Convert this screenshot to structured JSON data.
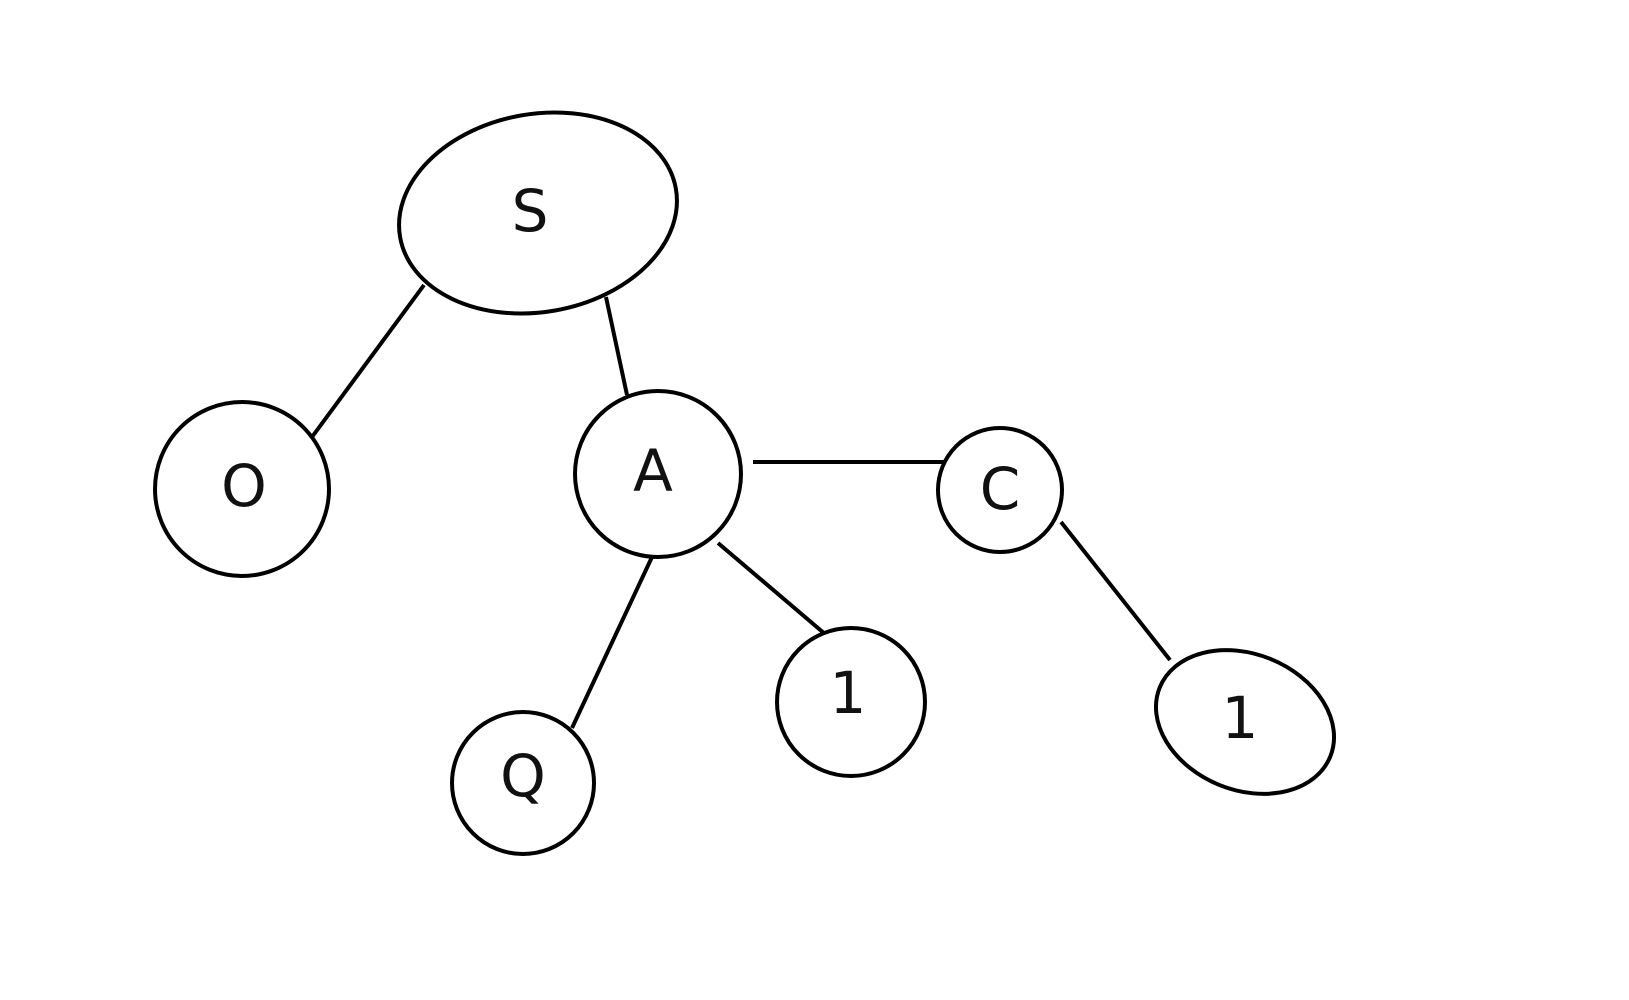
{
  "diagram": {
    "type": "tree",
    "stroke_color": "#000000",
    "background_color": "#ffffff",
    "nodes": [
      {
        "id": "s",
        "label": "S",
        "shape": "ellipse"
      },
      {
        "id": "o",
        "label": "O",
        "shape": "circle"
      },
      {
        "id": "a",
        "label": "A",
        "shape": "circle"
      },
      {
        "id": "c",
        "label": "C",
        "shape": "circle"
      },
      {
        "id": "q",
        "label": "Q",
        "shape": "circle"
      },
      {
        "id": "one_a",
        "label": "1",
        "shape": "circle"
      },
      {
        "id": "one_c",
        "label": "1",
        "shape": "ellipse"
      }
    ],
    "edges": [
      {
        "from": "s",
        "to": "o"
      },
      {
        "from": "s",
        "to": "a"
      },
      {
        "from": "a",
        "to": "c"
      },
      {
        "from": "a",
        "to": "q"
      },
      {
        "from": "a",
        "to": "one_a"
      },
      {
        "from": "c",
        "to": "one_c"
      }
    ]
  }
}
